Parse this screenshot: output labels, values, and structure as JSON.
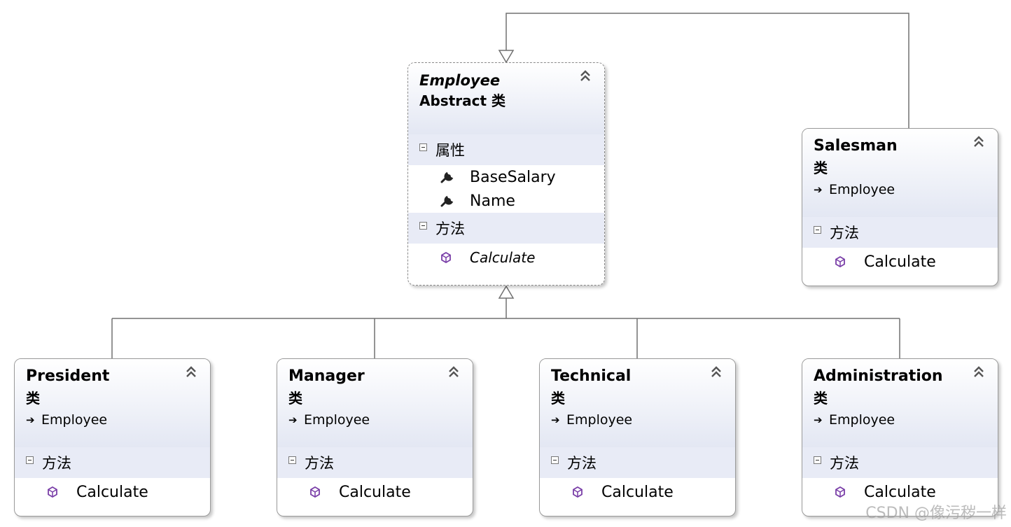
{
  "classes": {
    "employee": {
      "name": "Employee",
      "stereotype": "Abstract 类",
      "properties_label": "属性",
      "properties": [
        "BaseSalary",
        "Name"
      ],
      "methods_label": "方法",
      "methods": [
        "Calculate"
      ]
    },
    "salesman": {
      "name": "Salesman",
      "stereotype": "类",
      "base": "Employee",
      "methods_label": "方法",
      "methods": [
        "Calculate"
      ]
    },
    "president": {
      "name": "President",
      "stereotype": "类",
      "base": "Employee",
      "methods_label": "方法",
      "methods": [
        "Calculate"
      ]
    },
    "manager": {
      "name": "Manager",
      "stereotype": "类",
      "base": "Employee",
      "methods_label": "方法",
      "methods": [
        "Calculate"
      ]
    },
    "technical": {
      "name": "Technical",
      "stereotype": "类",
      "base": "Employee",
      "methods_label": "方法",
      "methods": [
        "Calculate"
      ]
    },
    "administration": {
      "name": "Administration",
      "stereotype": "类",
      "base": "Employee",
      "methods_label": "方法",
      "methods": [
        "Calculate"
      ]
    }
  },
  "icons": {
    "property": "wrench-icon",
    "method": "method-cube-icon",
    "collapse": "double-chevron-up-icon",
    "base": "inheritance-arrow-icon"
  },
  "colors": {
    "header_gradient_end": "#e3e7f3",
    "section_band": "#e8ebf6",
    "border": "#9a9a9a",
    "method_icon": "#7a3fa8",
    "connector": "#707070"
  },
  "watermark": "CSDN @像污秽一样"
}
